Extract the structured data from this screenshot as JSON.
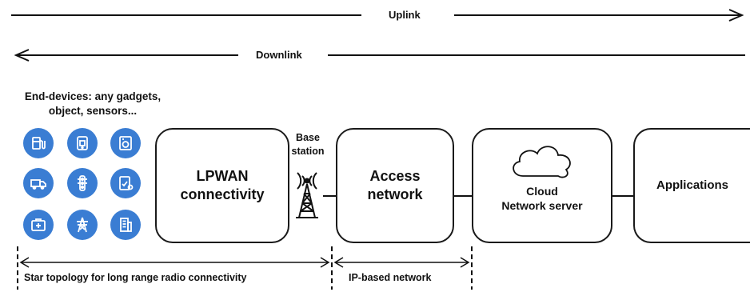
{
  "flows": {
    "uplink": "Uplink",
    "downlink": "Downlink"
  },
  "end_devices": {
    "title_line1": "End-devices: any gadgets,",
    "title_line2": "object, sensors...",
    "icons": [
      "fuel-pump-icon",
      "phone-icon",
      "washer-icon",
      "truck-icon",
      "traffic-light-icon",
      "tablet-icon",
      "medical-kit-icon",
      "power-tower-icon",
      "building-icon"
    ],
    "icon_color": "#3a7dd3"
  },
  "lpwan": {
    "line1": "LPWAN",
    "line2": "connectivity"
  },
  "base_station": {
    "line1": "Base",
    "line2": "station"
  },
  "access": {
    "line1": "Access",
    "line2": "network"
  },
  "cloud": {
    "line1": "Cloud",
    "line2": "Network server"
  },
  "applications": {
    "label": "Applications"
  },
  "annotations": {
    "star_topology": "Star topology for long range radio connectivity",
    "ip_network": "IP-based network"
  }
}
